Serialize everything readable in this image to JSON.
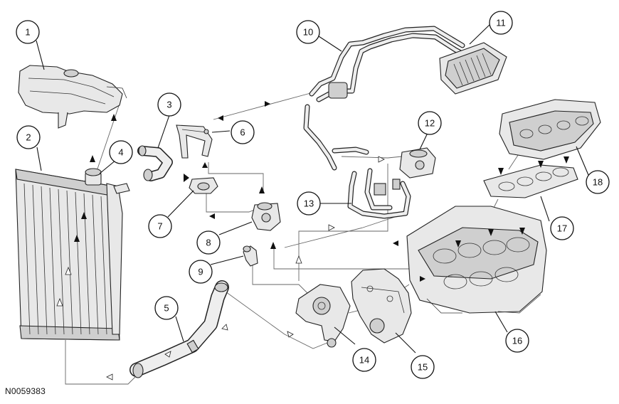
{
  "figure_id": "N0059383",
  "callouts": [
    {
      "num": "1",
      "part": "degas-bottle"
    },
    {
      "num": "2",
      "part": "radiator"
    },
    {
      "num": "3",
      "part": "radiator-upper-hose"
    },
    {
      "num": "4",
      "part": "radiator-cap-neck"
    },
    {
      "num": "5",
      "part": "radiator-lower-hose"
    },
    {
      "num": "6",
      "part": "heater-tube-bracket"
    },
    {
      "num": "7",
      "part": "thermostat-housing"
    },
    {
      "num": "8",
      "part": "thermostat-bypass"
    },
    {
      "num": "9",
      "part": "bypass-hose"
    },
    {
      "num": "10",
      "part": "heater-tubes"
    },
    {
      "num": "11",
      "part": "heater-core"
    },
    {
      "num": "12",
      "part": "oil-cooler"
    },
    {
      "num": "13",
      "part": "coolant-tubes"
    },
    {
      "num": "14",
      "part": "water-pump"
    },
    {
      "num": "15",
      "part": "engine-front-cover"
    },
    {
      "num": "16",
      "part": "cylinder-block"
    },
    {
      "num": "17",
      "part": "head-gasket"
    },
    {
      "num": "18",
      "part": "cylinder-head"
    }
  ],
  "colors": {
    "line": "#222222",
    "fill": "#e8e8e8",
    "background": "#ffffff"
  }
}
